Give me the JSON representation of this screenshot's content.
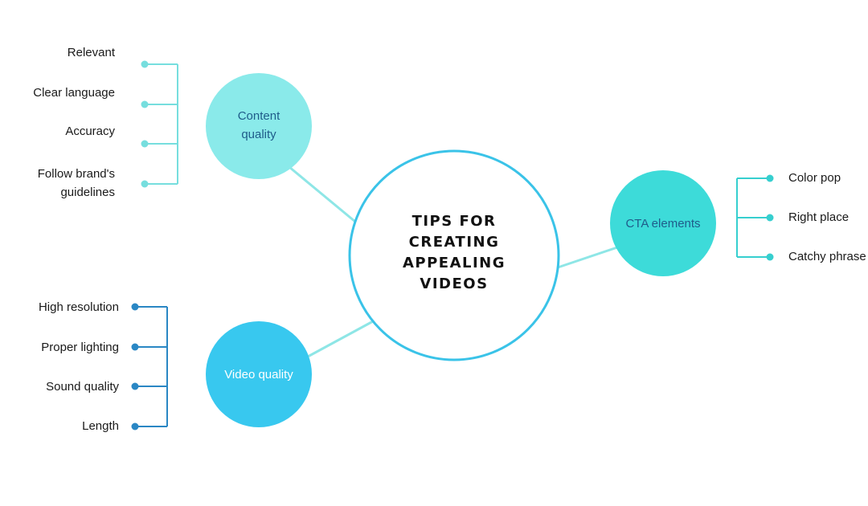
{
  "colors": {
    "connector": "#8ee6e6",
    "center_ring": "#3ac3e8",
    "content_fill": "#8aeaea",
    "cta_fill": "#3ddbd9",
    "video_fill": "#38c8ef",
    "content_branch": "#76dede",
    "cta_branch": "#36cfcf",
    "video_branch": "#2a87c4",
    "content_text": "#1f5c8a",
    "cta_text": "#1f5c8a",
    "video_text": "#ffffff"
  },
  "center": {
    "lines": [
      "TIPS FOR",
      "CREATING",
      "APPEALING",
      "VIDEOS"
    ]
  },
  "content_quality": {
    "lines": [
      "Content",
      "quality"
    ],
    "items": [
      "Relevant",
      "Clear language",
      "Accuracy"
    ],
    "last_item": [
      "Follow brand's",
      "guidelines"
    ]
  },
  "cta_elements": {
    "label": "CTA elements",
    "items": [
      "Color pop",
      "Right place",
      "Catchy phrase"
    ]
  },
  "video_quality": {
    "label": "Video quality",
    "items": [
      "High resolution",
      "Proper lighting",
      "Sound quality",
      "Length"
    ]
  }
}
